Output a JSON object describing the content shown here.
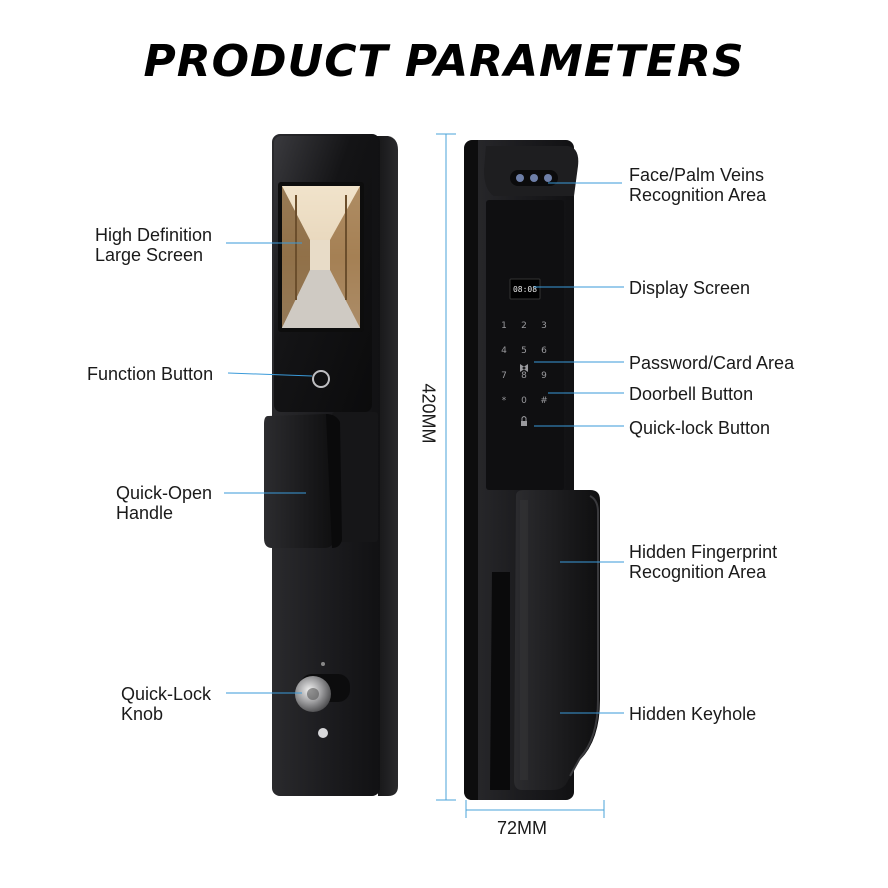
{
  "title": "PRODUCT PARAMETERS",
  "front": {
    "labels": {
      "screen": [
        "High Definition",
        "Large Screen"
      ],
      "function_button": [
        "Function Button"
      ],
      "handle": [
        "Quick-Open",
        "Handle"
      ],
      "knob": [
        "Quick-Lock",
        "Knob"
      ]
    }
  },
  "back": {
    "labels": {
      "face": [
        "Face/Palm Veins",
        "Recognition Area"
      ],
      "display": [
        "Display Screen"
      ],
      "password": [
        "Password/Card Area"
      ],
      "doorbell": [
        "Doorbell Button"
      ],
      "quicklock": [
        "Quick-lock Button"
      ],
      "fingerprint": [
        "Hidden Fingerprint",
        "Recognition Area"
      ],
      "keyhole": [
        "Hidden Keyhole"
      ]
    },
    "display_time": "08:08",
    "keypad": [
      "1",
      "2",
      "3",
      "4",
      "5",
      "6",
      "7",
      "8",
      "9",
      "*",
      "0",
      "#"
    ]
  },
  "dimensions": {
    "height": "420MM",
    "width": "72MM"
  },
  "colors": {
    "lock_body": "#1b1b1d",
    "panel": "#101012",
    "leader_line": "#3a9ad9",
    "dimension_line": "#4aa3d8"
  }
}
